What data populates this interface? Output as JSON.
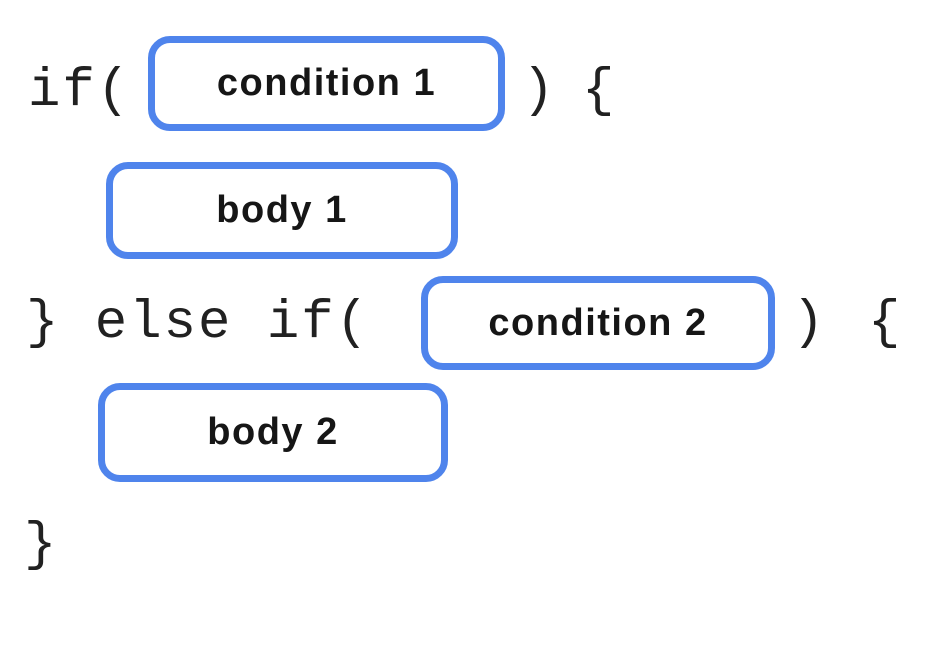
{
  "diagram": {
    "description": "if / else-if code structure diagram with placeholder boxes",
    "colors": {
      "accent_blue": "#4f84ec",
      "code_text": "#212121",
      "label_text": "#161616",
      "background": "#ffffff"
    },
    "code_tokens": {
      "if_open": "if(",
      "paren_close": ")",
      "brace_open": "{",
      "else_if_open": "} else if(",
      "brace_close": "}"
    },
    "boxes": [
      {
        "id": "condition-1",
        "label": "condition 1"
      },
      {
        "id": "body-1",
        "label": "body 1"
      },
      {
        "id": "condition-2",
        "label": "condition 2"
      },
      {
        "id": "body-2",
        "label": "body 2"
      }
    ]
  }
}
